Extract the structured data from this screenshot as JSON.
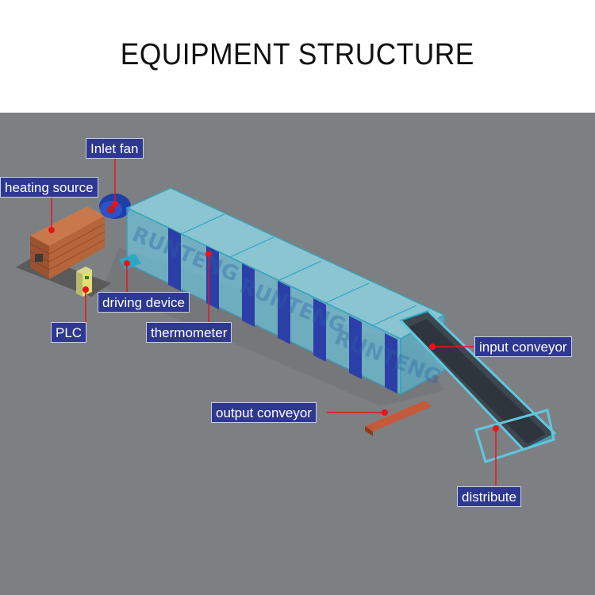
{
  "title": "EQUIPMENT STRUCTURE",
  "labels": {
    "inlet_fan": "Inlet fan",
    "heating_source": "heating source",
    "driving_device": "driving device",
    "plc": "PLC",
    "thermometer": "thermometer",
    "input_conveyor": "input conveyor",
    "output_conveyor": "output conveyor",
    "distribute": "distribute"
  },
  "colors": {
    "background": "#7d8083",
    "label_bg": "#2e3791",
    "leader_line": "#e8141c",
    "dryer_glass": "#7fd3e6",
    "dryer_panel": "#2c3fa8",
    "brick": "#b5653a"
  }
}
